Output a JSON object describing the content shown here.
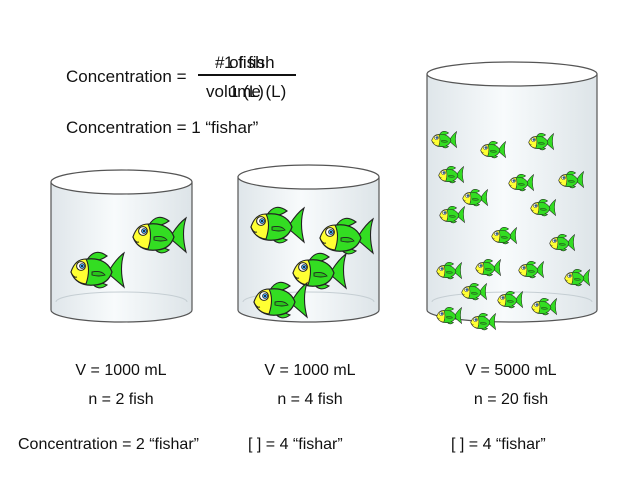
{
  "header": {
    "concentration_label": "Concentration =",
    "numerator_a": "# of fish",
    "numerator_b": "1 fish",
    "denominator_a": "volume (L)",
    "denominator_b": "1 (L)",
    "concentration_one": "Concentration = 1 “fishar”"
  },
  "beakers": [
    {
      "volume_label": "V = 1000 mL",
      "count_label": "n = 2 fish",
      "concentration_label": "Concentration = 2 “fishar”",
      "fish_count": 2
    },
    {
      "volume_label": "V = 1000 mL",
      "count_label": "n = 4 fish",
      "concentration_label": "[  ] = 4 “fishar”",
      "fish_count": 4
    },
    {
      "volume_label": "V = 5000 mL",
      "count_label": "n = 20 fish",
      "concentration_label": "[  ] = 4 “fishar”",
      "fish_count": 20
    }
  ],
  "colors": {
    "fish_body": "#33dd22",
    "fish_face": "#ffff33",
    "fish_outline": "#222222",
    "beaker_outline": "#555555",
    "beaker_fill": "#eef2f4"
  },
  "icons": {
    "fish": "fish-icon",
    "beaker": "beaker-icon"
  }
}
